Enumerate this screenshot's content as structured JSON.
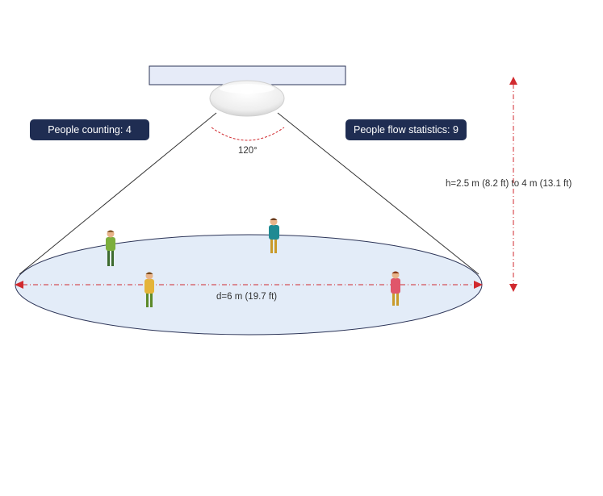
{
  "people_counting": "People counting: 4",
  "people_flow": "People flow statistics: 9",
  "angle_label": "120°",
  "height_label": "h=2.5 m (8.2 ft) to 4 m (13.1 ft)",
  "distance_label": "d=6 m (19.7 ft)",
  "colors": {
    "badge": "#1f2d52",
    "floor_fill": "#e3ecf8",
    "floor_stroke": "#2c3457",
    "ceiling_fill": "#e6ebf8",
    "dimension": "#d12a2f",
    "cone_line": "#333333"
  },
  "icons": [
    "ceiling-sensor-icon",
    "person-icon"
  ]
}
